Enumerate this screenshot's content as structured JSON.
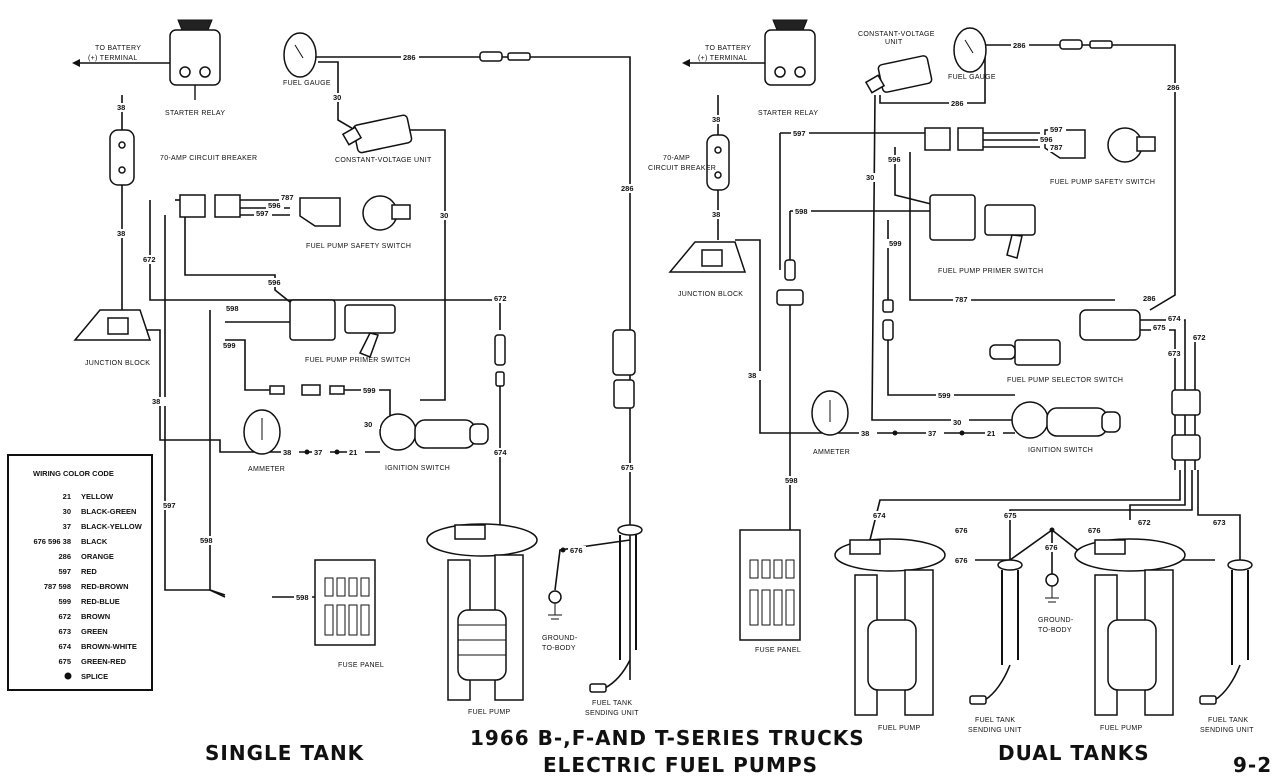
{
  "titles": {
    "left": "SINGLE TANK",
    "center_line1": "1966 B-,F-AND T-SERIES TRUCKS",
    "center_line2": "ELECTRIC FUEL PUMPS",
    "right": "DUAL TANKS",
    "page": "9-2"
  },
  "left": {
    "to_battery_1": "TO BATTERY",
    "to_battery_2": "(+) TERMINAL",
    "starter_relay": "STARTER RELAY",
    "circuit_breaker": "70-AMP  CIRCUIT BREAKER",
    "junction_block": "JUNCTION BLOCK",
    "fuel_gauge": "FUEL GAUGE",
    "constant_voltage": "CONSTANT-VOLTAGE UNIT",
    "safety_switch": "FUEL PUMP SAFETY SWITCH",
    "primer_switch": "FUEL PUMP PRIMER SWITCH",
    "ammeter": "AMMETER",
    "ignition_switch": "IGNITION SWITCH",
    "fuse_panel": "FUSE PANEL",
    "fuel_pump": "FUEL PUMP",
    "ground_1": "GROUND-",
    "ground_2": "TO-BODY",
    "sending_1": "FUEL TANK",
    "sending_2": "SENDING UNIT"
  },
  "right": {
    "to_battery_1": "TO BATTERY",
    "to_battery_2": "(+) TERMINAL",
    "starter_relay": "STARTER RELAY",
    "circuit_breaker_1": "70-AMP",
    "circuit_breaker_2": "CIRCUIT BREAKER",
    "junction_block": "JUNCTION BLOCK",
    "constant_voltage_1": "CONSTANT-VOLTAGE",
    "constant_voltage_2": "UNIT",
    "fuel_gauge": "FUEL GAUGE",
    "safety_switch": "FUEL PUMP SAFETY SWITCH",
    "primer_switch": "FUEL PUMP PRIMER SWITCH",
    "selector_switch": "FUEL PUMP SELECTOR SWITCH",
    "ammeter": "AMMETER",
    "ignition_switch": "IGNITION SWITCH",
    "fuse_panel": "FUSE PANEL",
    "fuel_pump_a": "FUEL PUMP",
    "fuel_pump_b": "FUEL PUMP",
    "sending_a_1": "FUEL TANK",
    "sending_a_2": "SENDING UNIT",
    "sending_b_1": "FUEL TANK",
    "sending_b_2": "SENDING UNIT",
    "ground_1": "GROUND-",
    "ground_2": "TO-BODY"
  },
  "wire_numbers_left": [
    "286",
    "30",
    "30",
    "38",
    "38",
    "672",
    "787",
    "596",
    "597",
    "596",
    "598",
    "599",
    "599",
    "30",
    "38",
    "37",
    "21",
    "38",
    "597",
    "598",
    "598",
    "672",
    "674",
    "286",
    "675",
    "676"
  ],
  "wire_numbers_right": [
    "286",
    "286",
    "286",
    "38",
    "38",
    "597",
    "597",
    "596",
    "787",
    "596",
    "30",
    "598",
    "599",
    "787",
    "286",
    "674",
    "675",
    "673",
    "672",
    "38",
    "599",
    "30",
    "38",
    "37",
    "21",
    "598",
    "674",
    "675",
    "676",
    "676",
    "676",
    "672",
    "673",
    "676"
  ],
  "legend": {
    "title": "WIRING COLOR CODE",
    "entries": [
      {
        "codes": "21",
        "color": "YELLOW"
      },
      {
        "codes": "30",
        "color": "BLACK-GREEN"
      },
      {
        "codes": "37",
        "color": "BLACK-YELLOW"
      },
      {
        "codes": "676  596  38",
        "color": "BLACK"
      },
      {
        "codes": "286",
        "color": "ORANGE"
      },
      {
        "codes": "597",
        "color": "RED"
      },
      {
        "codes": "787  598",
        "color": "RED-BROWN"
      },
      {
        "codes": "599",
        "color": "RED-BLUE"
      },
      {
        "codes": "672",
        "color": "BROWN"
      },
      {
        "codes": "673",
        "color": "GREEN"
      },
      {
        "codes": "674",
        "color": "BROWN-WHITE"
      },
      {
        "codes": "675",
        "color": "GREEN-RED"
      },
      {
        "codes": "",
        "color": "SPLICE"
      }
    ]
  }
}
